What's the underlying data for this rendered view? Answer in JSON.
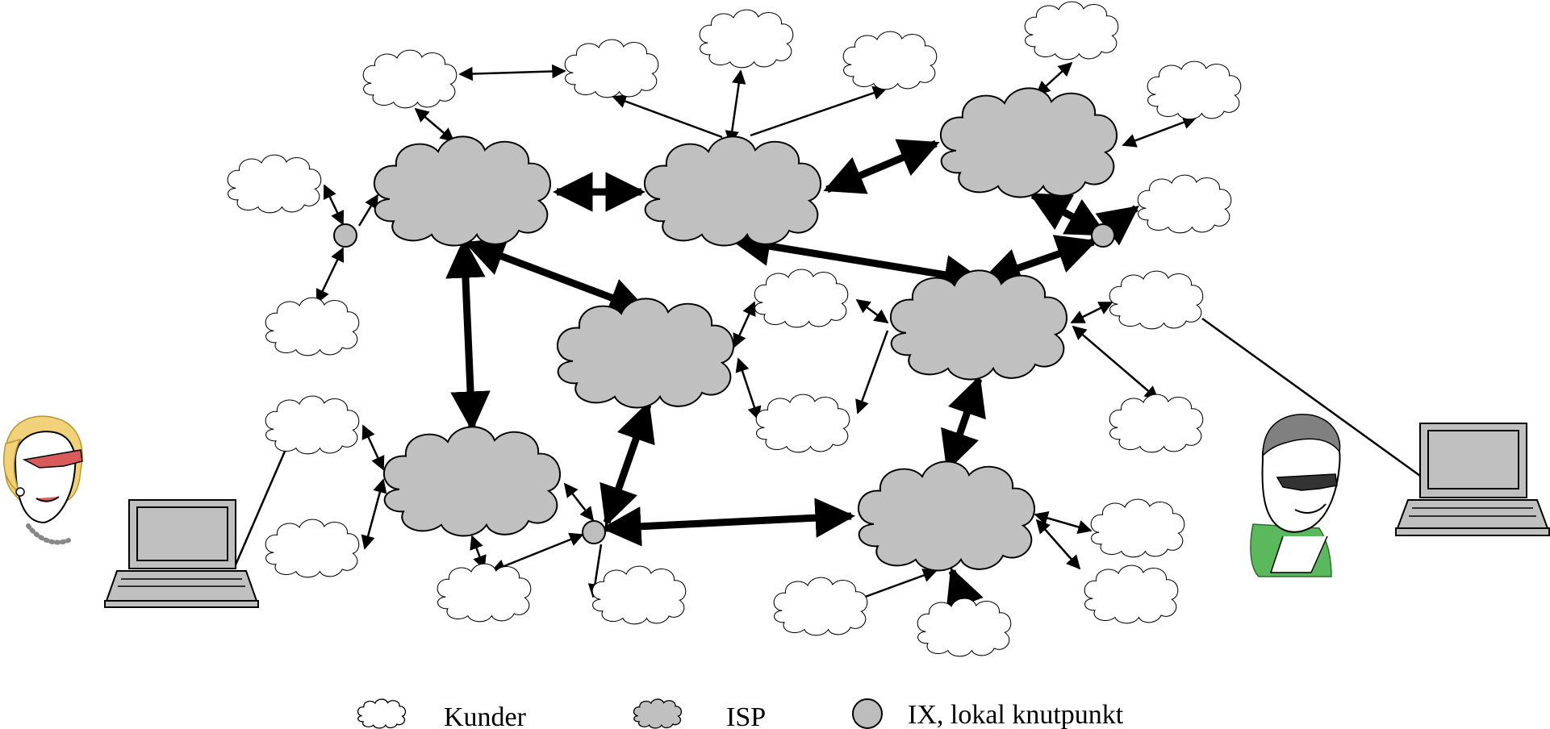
{
  "legend": {
    "customer_label": "Kunder",
    "isp_label": "ISP",
    "ix_label": "IX, lokal knutpunkt"
  },
  "colors": {
    "isp_fill": "#c0c0c0",
    "customer_fill": "#ffffff",
    "ix_fill": "#bdbdbd",
    "line": "#000000"
  },
  "icons": [
    "woman-user-icon",
    "laptop-icon",
    "man-user-icon"
  ]
}
